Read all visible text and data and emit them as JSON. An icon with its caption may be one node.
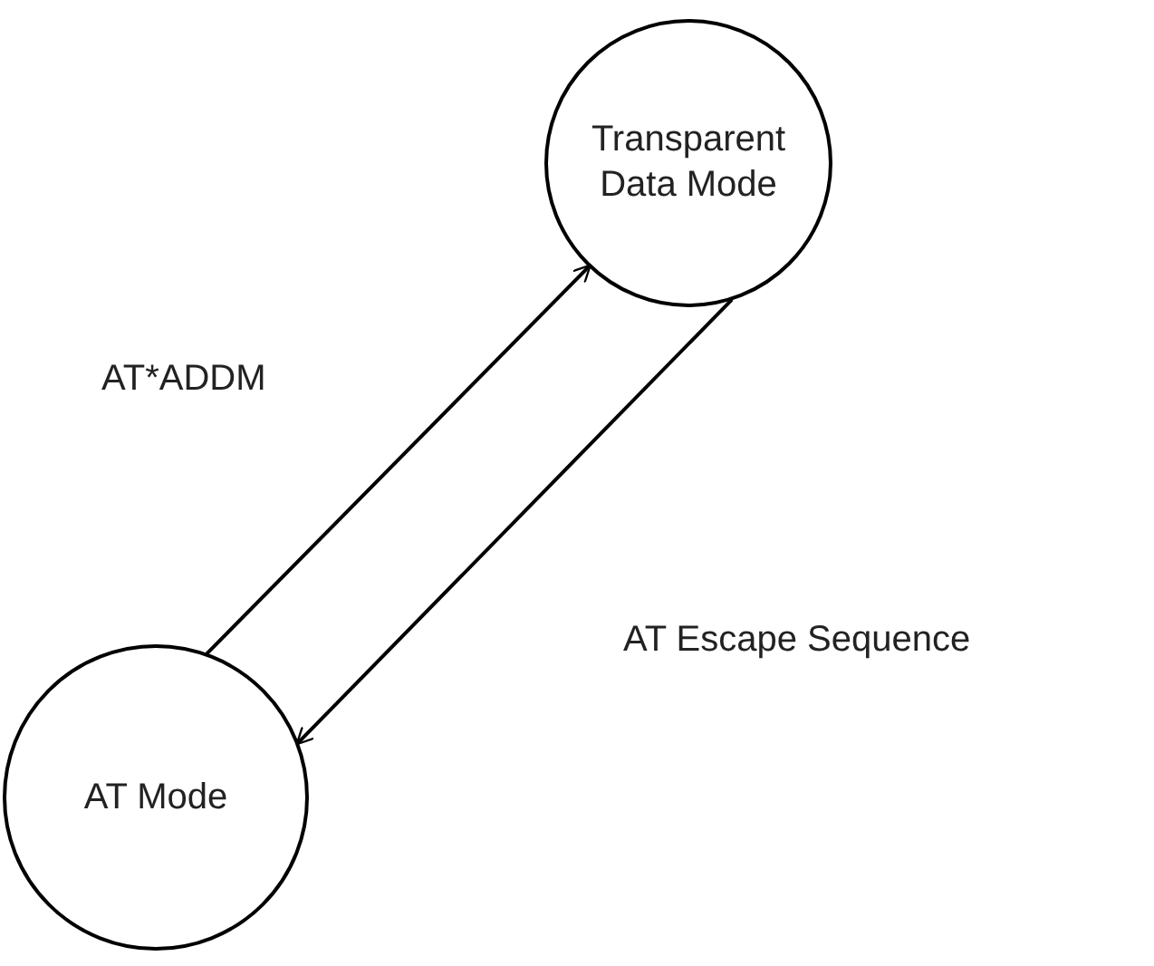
{
  "diagram": {
    "nodes": [
      {
        "text": [
          "Transparent Data Mode"
        ]
      },
      {
        "text": [
          "AT Mode"
        ]
      }
    ],
    "edges": [
      {
        "from": 1,
        "to": 0,
        "arrow": "to",
        "label": "AT*ADDM"
      },
      {
        "from": 0,
        "to": 1,
        "arrow": "to",
        "label": "AT Escape Sequence"
      }
    ]
  }
}
